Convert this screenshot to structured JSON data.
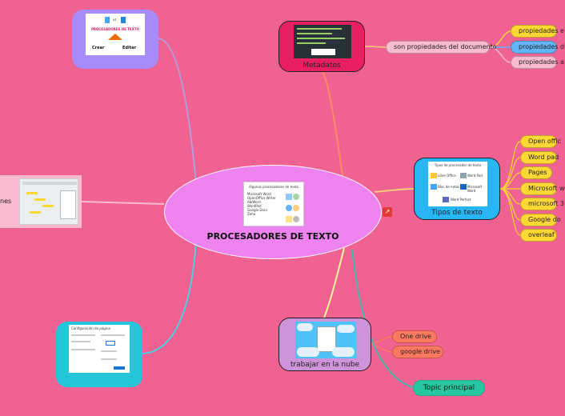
{
  "central": {
    "title": "PROCESADORES DE TEXTO",
    "thumb_caption": "Algunos procesadores de texto",
    "thumb_list": [
      "Microsoft Word",
      "OpenOffice Writer",
      "AbiWord",
      "WordPad",
      "Google Docs",
      "Zoho"
    ]
  },
  "top_left_card": {
    "vs": "vs",
    "title": "PROCESADORES DE TEXTO",
    "crear": "Crear",
    "editar": "Editar"
  },
  "left_card": {
    "label": "nes"
  },
  "bottom_left_card": {
    "dialog_title": "Configuración de página"
  },
  "metadatos": {
    "label": "Metadatos",
    "sub": "son propiedades del documento",
    "children": [
      "propiedades e",
      "propiedades d",
      "propiedades a"
    ],
    "child_colors": [
      "#fdd835",
      "#64b5f6",
      "#f8bbd0"
    ]
  },
  "tipos": {
    "label": "Tipos de texto",
    "thumb_title": "Tipos de procesador de texto",
    "thumb_items": [
      "Libre Office",
      "Word Pad",
      "Bloc de notas",
      "Microsoft Word",
      "Word Perfect"
    ],
    "children": [
      "Open offic",
      "Word pad",
      "Pages",
      "Microsoft w",
      "microsoft 3",
      "Google do",
      "overleaf"
    ]
  },
  "nube": {
    "label": "trabajar en la nube",
    "children": [
      "One drive",
      "google drive"
    ]
  },
  "topic": {
    "label": "Topic principal"
  },
  "colors": {
    "central": "#ee82ee",
    "metadatos": "#e91e63",
    "tipos": "#29b6f6",
    "nube": "#ce93d8",
    "topic": "#26c6a0",
    "card_purple": "#a78bfa",
    "card_teal": "#26c6da",
    "yellow": "#fdd835",
    "salmon": "#ff7961"
  }
}
